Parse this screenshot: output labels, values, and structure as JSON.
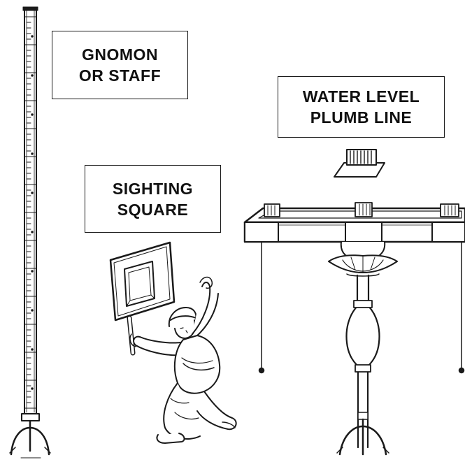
{
  "labels": {
    "gnomon": [
      "GNOMON",
      "OR STAFF"
    ],
    "water_level": [
      "WATER LEVEL",
      "PLUMB LINE"
    ],
    "sighting_square": [
      "SIGHTING",
      "SQUARE"
    ]
  },
  "colors": {
    "ink": "#1a1a1a",
    "paper": "#ffffff"
  },
  "icons": {
    "gnomon": "gnomon-staff-icon",
    "sighting_square": "sighting-square-icon",
    "surveyor": "kneeling-surveyor-icon",
    "water_level": "water-level-icon",
    "plumb_lines": "plumb-line-icon",
    "float": "float-block-icon"
  }
}
